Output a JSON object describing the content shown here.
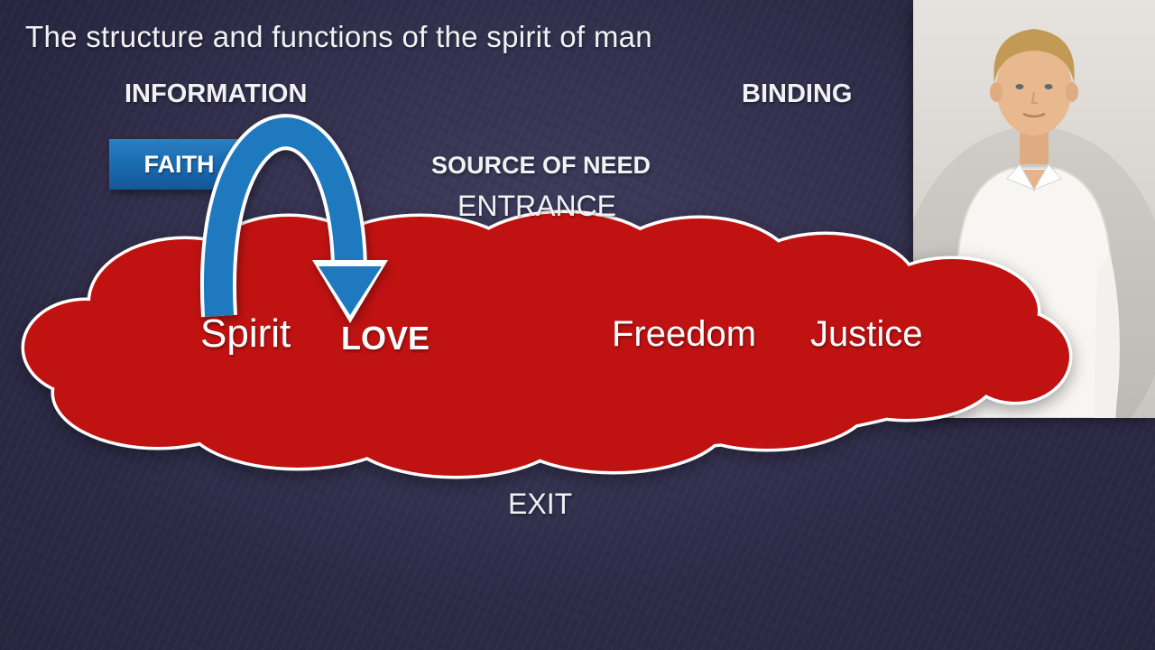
{
  "slide": {
    "title": "The structure and functions of the spirit of man",
    "labels": {
      "information": "INFORMATION",
      "binding": "BINDING",
      "source_of_need": "SOURCE OF NEED",
      "entrance": "ENTRANCE",
      "exit": "EXIT"
    },
    "faith_box": {
      "label": "FAITH"
    },
    "cloud_labels": {
      "spirit": "Spirit",
      "love": "LOVE",
      "freedom": "Freedom",
      "justice": "Justice"
    },
    "photo": {
      "alt": "Man in white shirt, photo portrait"
    },
    "colors": {
      "background": "#2a2742",
      "cloud_red": "#c11212",
      "cloud_outline": "#ffffff",
      "arrow_blue": "#1f79bf",
      "faith_box_blue": "#1b6db2",
      "text_white": "#ffffff"
    }
  }
}
